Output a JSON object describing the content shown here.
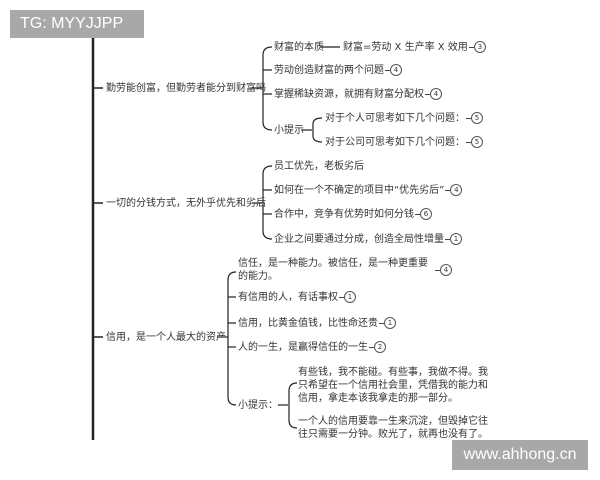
{
  "watermarks": {
    "top_left": "TG: MYYJJPP",
    "bottom_right": "www.ahhong.cn"
  },
  "branches": [
    {
      "label": "勤劳能创富，但勤劳者能分到财富吗",
      "children": [
        {
          "label": "财富的本质",
          "detail": "财富=劳动 X 生产率 X 效用",
          "badge": "3"
        },
        {
          "label": "劳动创造财富的两个问题",
          "badge": "4"
        },
        {
          "label": "掌握稀缺资源，就拥有财富分配权",
          "badge": "4"
        },
        {
          "label": "小提示",
          "children": [
            {
              "label": "对于个人可思考如下几个问题：",
              "badge": "5"
            },
            {
              "label": "对于公司可思考如下几个问题：",
              "badge": "5"
            }
          ]
        }
      ]
    },
    {
      "label": "一切的分钱方式，无外乎优先和劣后",
      "children": [
        {
          "label": "员工优先，老板劣后"
        },
        {
          "label": "如何在一个不确定的项目中“优先劣后”",
          "badge": "4"
        },
        {
          "label": "合作中，竞争有优势时如何分钱",
          "badge": "6"
        },
        {
          "label": "企业之间要通过分成，创造全局性增量",
          "badge": "1"
        }
      ]
    },
    {
      "label": "信用，是一个人最大的资产",
      "children": [
        {
          "label": "信任，是一种能力。被信任，是一种更重要的能力。",
          "badge": "4"
        },
        {
          "label": "有信用的人，有话事权",
          "badge": "1"
        },
        {
          "label": "信用，比黄金值钱，比性命还贵",
          "badge": "1"
        },
        {
          "label": "人的一生，是赢得信任的一生",
          "badge": "2"
        },
        {
          "label": "小提示：",
          "children": [
            {
              "label": "有些钱，我不能碰。有些事，我做不得。我只希望在一个信用社会里，凭借我的能力和信用，拿走本该我拿走的那一部分。"
            },
            {
              "label": "一个人的信用要靠一生来沉淀，但毁掉它往往只需要一分钟。败光了，就再也没有了。"
            }
          ]
        }
      ]
    }
  ]
}
